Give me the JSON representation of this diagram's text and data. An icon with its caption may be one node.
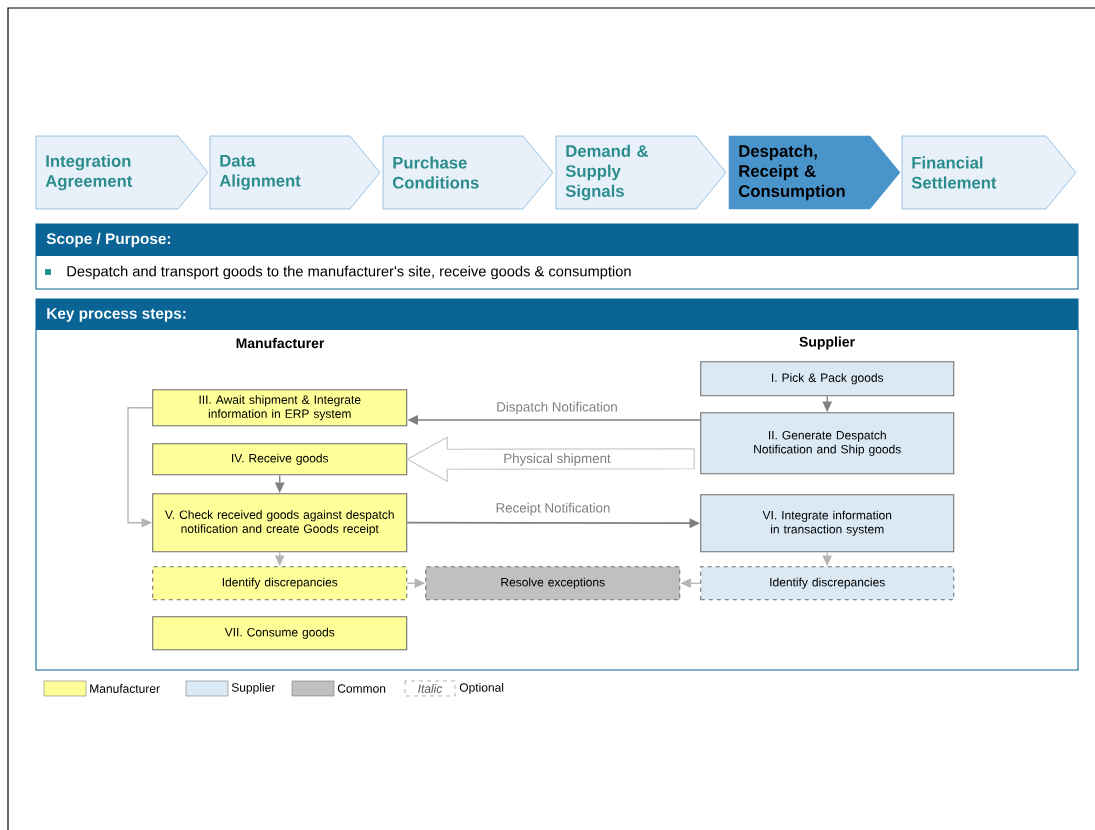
{
  "diagram": {
    "nodes": [
      {
        "text": [
          "Integration Agreement"
        ]
      },
      {
        "text": [
          "Data Alignment"
        ]
      },
      {
        "text": [
          "Purchase Conditions"
        ]
      },
      {
        "text": [
          "Demand & Supply Signals"
        ]
      },
      {
        "text": [
          "Despatch, Receipt & Consumption"
        ]
      },
      {
        "text": [
          "Financial Settlement"
        ]
      },
      {
        "text": [
          "Scope / Purpose:",
          "Despatch and transport goods to the manufacturer's site, receive goods & consumption"
        ]
      },
      {
        "text": [
          "Key process steps:"
        ]
      },
      {
        "text": [
          "III. Await shipment & Integrate information in ERP system"
        ],
        "in": 7
      },
      {
        "text": [
          "IV. Receive goods"
        ],
        "in": 7
      },
      {
        "text": [
          "V. Check received goods against despatch notification and create Goods receipt"
        ],
        "in": 7
      },
      {
        "text": [
          "Identify discrepancies"
        ],
        "in": 7
      },
      {
        "text": [
          "VII. Consume goods"
        ],
        "in": 7
      },
      {
        "text": [
          "I. Pick & Pack goods"
        ],
        "in": 7
      },
      {
        "text": [
          "II. Generate Despatch Notification and Ship goods"
        ],
        "in": 7
      },
      {
        "text": [
          "VI. Integrate information in transaction system"
        ],
        "in": 7
      },
      {
        "text": [
          "Identify discrepancies"
        ],
        "in": 7
      },
      {
        "text": [
          "Resolve exceptions"
        ],
        "in": 7
      }
    ],
    "edges": [
      {
        "from": 13,
        "to": 14,
        "arrow": "to"
      },
      {
        "from": 14,
        "to": 8,
        "arrow": "to",
        "label": "Dispatch Notification"
      },
      {
        "from": 14,
        "to": 9,
        "arrow": "to",
        "label": "Physical shipment",
        "style": "thick"
      },
      {
        "from": 9,
        "to": 10,
        "arrow": "to"
      },
      {
        "from": 8,
        "to": 10,
        "arrow": "to",
        "color": "#b4b4b4"
      },
      {
        "from": 10,
        "to": 15,
        "arrow": "to",
        "label": "Receipt Notification"
      },
      {
        "from": 10,
        "to": 11,
        "arrow": "to",
        "color": "#b4b4b4"
      },
      {
        "from": 15,
        "to": 16,
        "arrow": "to",
        "color": "#b4b4b4"
      },
      {
        "from": 11,
        "to": 17,
        "arrow": "to",
        "color": "#b4b4b4"
      },
      {
        "from": 16,
        "to": 17,
        "arrow": "to",
        "color": "#b4b4b4"
      }
    ],
    "labels": [
      "Manufacturer",
      "Supplier",
      "Italic"
    ],
    "legend": [
      {
        "text": "Manufacturer",
        "color": "#ffff99"
      },
      {
        "text": "Supplier",
        "color": "#dbe9f5"
      },
      {
        "text": "Common",
        "color": "#c0c0c0"
      },
      {
        "text": "Optional"
      }
    ]
  }
}
